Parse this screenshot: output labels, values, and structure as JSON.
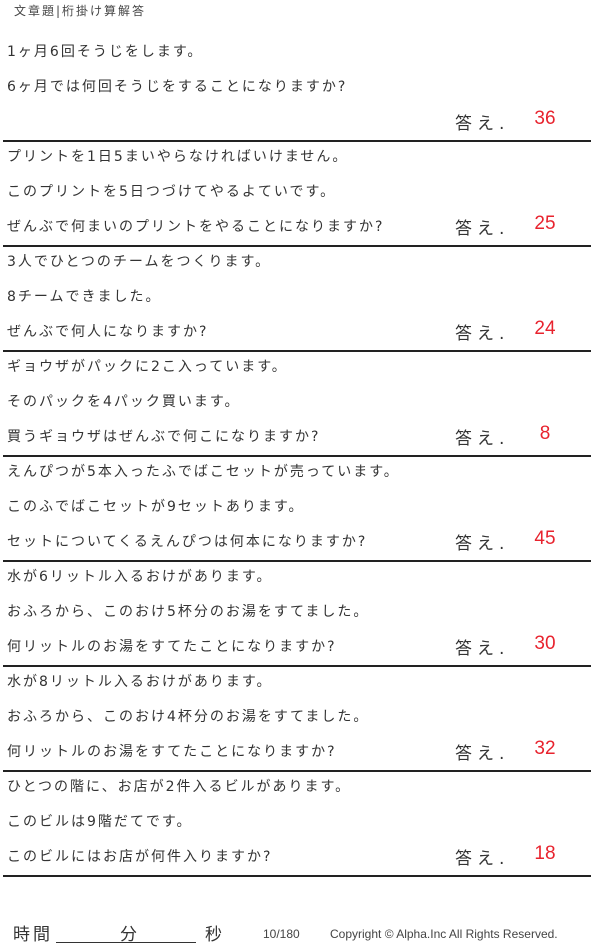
{
  "header": {
    "title": "文章題|桁掛け算解答"
  },
  "answer_label": "答え.",
  "answer_color": "#e8232e",
  "problems": [
    {
      "lines": [
        "1ヶ月6回そうじをします。",
        "6ヶ月では何回そうじをすることになりますか?",
        ""
      ],
      "answer": "36"
    },
    {
      "lines": [
        "プリントを1日5まいやらなければいけません。",
        "このプリントを5日つづけてやるよていです。",
        "ぜんぶで何まいのプリントをやることになりますか?"
      ],
      "answer": "25"
    },
    {
      "lines": [
        "3人でひとつのチームをつくります。",
        "8チームできました。",
        "ぜんぶで何人になりますか?"
      ],
      "answer": "24"
    },
    {
      "lines": [
        "ギョウザがパックに2こ入っています。",
        "そのパックを4パック買います。",
        "買うギョウザはぜんぶで何こになりますか?"
      ],
      "answer": "8"
    },
    {
      "lines": [
        "えんぴつが5本入ったふでばこセットが売っています。",
        "このふでばこセットが9セットあります。",
        "セットについてくるえんぴつは何本になりますか?"
      ],
      "answer": "45"
    },
    {
      "lines": [
        "水が6リットル入るおけがあります。",
        "おふろから、このおけ5杯分のお湯をすてました。",
        "何リットルのお湯をすてたことになりますか?"
      ],
      "answer": "30"
    },
    {
      "lines": [
        "水が8リットル入るおけがあります。",
        "おふろから、このおけ4杯分のお湯をすてました。",
        "何リットルのお湯をすてたことになりますか?"
      ],
      "answer": "32"
    },
    {
      "lines": [
        "ひとつの階に、お店が2件入るビルがあります。",
        "このビルは9階だてです。",
        "このビルにはお店が何件入りますか?"
      ],
      "answer": "18"
    }
  ],
  "footer": {
    "time_label": "時間",
    "minutes_label": "分",
    "seconds_label": "秒",
    "page_number": "10/180",
    "copyright": "Copyright ©  Alpha.Inc All Rights Reserved."
  }
}
